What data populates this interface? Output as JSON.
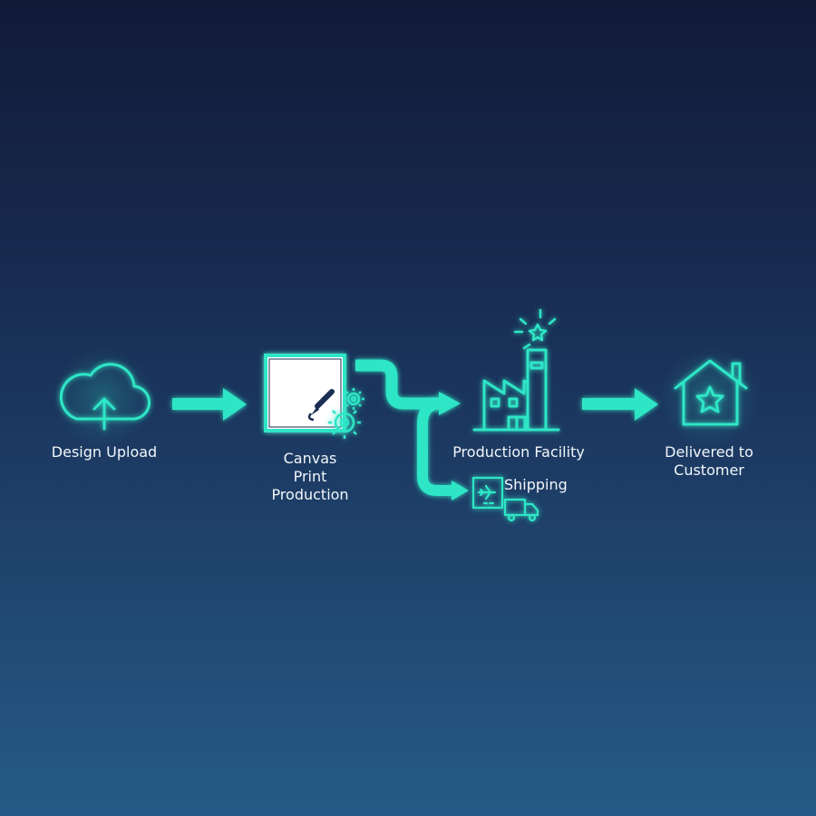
{
  "colors": {
    "accent": "#2ee6c6",
    "background_top": "#121a38",
    "background_bottom": "#255b86",
    "canvas_fill": "#ffffff",
    "label_text": "#f2f6fa"
  },
  "steps": [
    {
      "label": "Design Upload",
      "icon": "cloud-upload-icon"
    },
    {
      "label": "Canvas\nPrint\nProduction",
      "icon": "canvas-print-icon"
    },
    {
      "label": "Production Facility",
      "icon": "factory-icon"
    },
    {
      "label": "Delivered to\nCustomer",
      "icon": "home-star-icon"
    }
  ],
  "branch": {
    "label": "Shipping",
    "icon": "shipping-truck-icon"
  }
}
